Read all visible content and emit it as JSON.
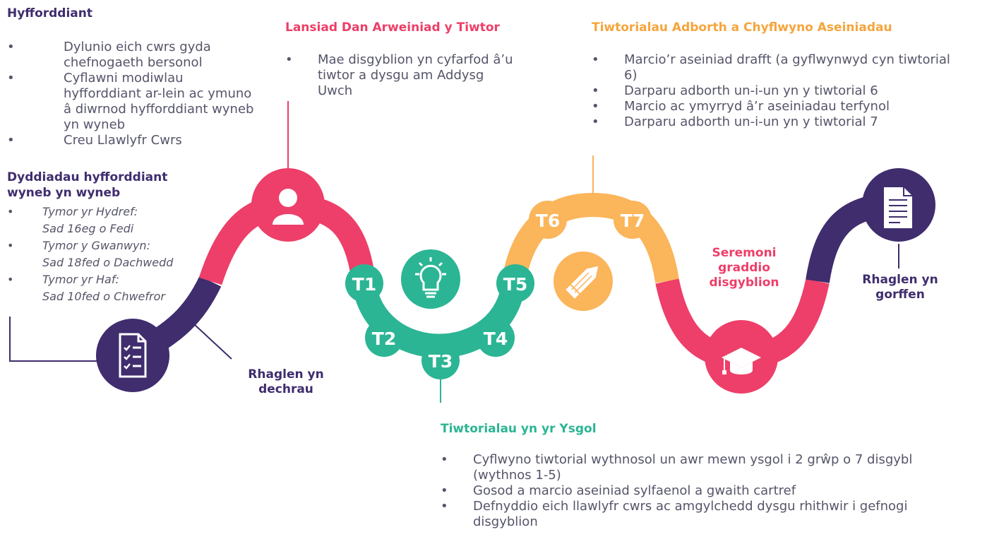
{
  "colors": {
    "purple": "#3f2d6e",
    "pink": "#ed3f69",
    "orange": "#fbb55a",
    "teal": "#2bb594",
    "text": "#55556a"
  },
  "training": {
    "title": "Hyfforddiant",
    "items": [
      "Dylunio eich cwrs gyda chefnogaeth bersonol",
      "Cyflawni modiwlau hyfforddiant ar-lein ac ymuno â diwrnod hyfforddiant wyneb yn wyneb",
      "Creu Llawlyfr Cwrs"
    ]
  },
  "dates": {
    "title": "Dyddiadau hyfforddiant wyneb yn wyneb",
    "items": [
      {
        "term": "Tymor yr Hydref:",
        "date": "Sad 16eg o Fedi"
      },
      {
        "term": "Tymor y Gwanwyn:",
        "date": "Sad 18fed o Dachwedd"
      },
      {
        "term": "Tymor yr Haf:",
        "date": "Sad 10fed o Chwefror"
      }
    ]
  },
  "launch": {
    "title": "Lansiad Dan Arweiniad y Tiwtor",
    "items": [
      "Mae disgyblion yn cyfarfod â’u tiwtor a dysgu am Addysg Uwch"
    ]
  },
  "feedback": {
    "title": "Tiwtorialau Adborth a Chyflwyno Aseiniadau",
    "items": [
      "Marcio’r aseiniad drafft (a gyflwynwyd cyn tiwtorial 6)",
      "Darparu adborth un-i-un yn y tiwtorial 6",
      "Marcio ac ymyrryd â’r aseiniadau terfynol",
      "Darparu adborth un-i-un yn y tiwtorial 7"
    ]
  },
  "school": {
    "title": "Tiwtorialau yn yr Ysgol",
    "items": [
      "Cyflwyno tiwtorial wythnosol un awr mewn ysgol i 2 grŵp o 7 disgybl (wythnos 1-5)",
      "Gosod a marcio aseiniad sylfaenol a gwaith cartref",
      "Defnyddio eich llawlyfr cwrs ac amgylchedd dysgu rhithwir i gefnogi disgyblion"
    ]
  },
  "start": {
    "line1": "Rhaglen yn",
    "line2": "dechrau"
  },
  "end": {
    "line1": "Rhaglen yn",
    "line2": "gorffen"
  },
  "graduation": {
    "line1": "Seremoni",
    "line2": "graddio",
    "line3": "disgyblion"
  },
  "tutorials": {
    "t1": "T1",
    "t2": "T2",
    "t3": "T3",
    "t4": "T4",
    "t5": "T5",
    "t6": "T6",
    "t7": "T7"
  },
  "icons": [
    "checklist-icon",
    "person-icon",
    "lightbulb-icon",
    "pencil-icon",
    "graduation-cap-icon",
    "document-icon"
  ]
}
